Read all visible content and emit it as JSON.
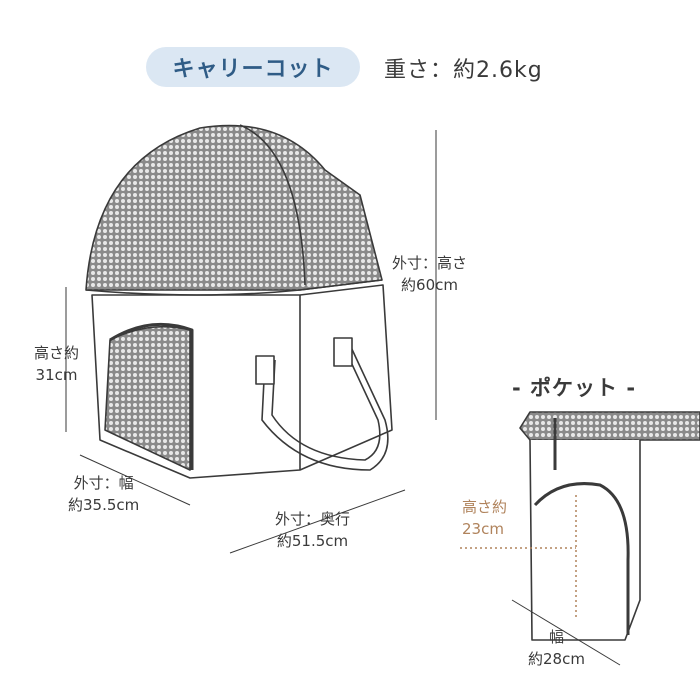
{
  "header": {
    "product_label": "キャリーコット",
    "weight_text": "重さ：約2.6kg"
  },
  "dimensions": {
    "total_height": {
      "line1": "外寸：高さ",
      "line2": "約60cm"
    },
    "body_height": {
      "line1": "高さ約",
      "line2": "31cm"
    },
    "width": {
      "line1": "外寸：幅",
      "line2": "約35.5cm"
    },
    "depth": {
      "line1": "外寸：奥行",
      "line2": "約51.5cm"
    }
  },
  "pocket": {
    "title": "- ポケット -",
    "height": {
      "line1": "高さ約",
      "line2": "23cm"
    },
    "width": {
      "line1": "幅",
      "line2": "約28cm"
    }
  },
  "colors": {
    "pill_bg": "#dbe7f3",
    "pill_text": "#2f5c86",
    "pocket_height_text": "#b0835c",
    "line": "#3a3a3a"
  }
}
